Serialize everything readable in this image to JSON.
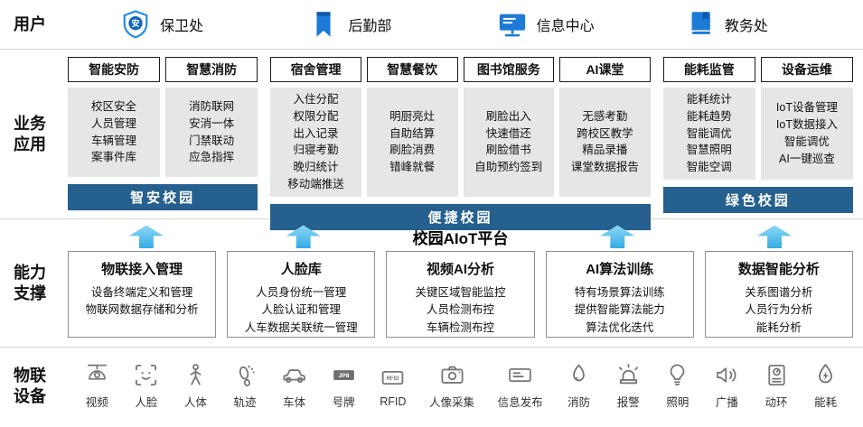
{
  "section_labels": {
    "users": "用户",
    "business": "业务应用",
    "capability": "能力支撑",
    "devices": "物联设备"
  },
  "users": [
    {
      "icon": "shield-icon",
      "icon_text": "安",
      "label": "保卫处"
    },
    {
      "icon": "bookmark-icon",
      "label": "后勤部"
    },
    {
      "icon": "monitor-icon",
      "label": "信息中心"
    },
    {
      "icon": "book-icon",
      "label": "教务处"
    }
  ],
  "business": {
    "groups": [
      {
        "bar": "智安校园",
        "columns": [
          {
            "header": "智能安防",
            "items": [
              "校区安全",
              "人员管理",
              "车辆管理",
              "案事件库"
            ]
          },
          {
            "header": "智慧消防",
            "items": [
              "消防联网",
              "安消一体",
              "门禁联动",
              "应急指挥"
            ]
          }
        ]
      },
      {
        "bar": "便捷校园",
        "columns": [
          {
            "header": "宿舍管理",
            "items": [
              "入住分配",
              "权限分配",
              "出入记录",
              "归寝考勤",
              "晚归统计",
              "移动端推送"
            ]
          },
          {
            "header": "智慧餐饮",
            "items": [
              "明厨亮灶",
              "自助结算",
              "刷脸消费",
              "错峰就餐"
            ]
          },
          {
            "header": "图书馆服务",
            "items": [
              "刷脸出入",
              "快速借还",
              "刷脸借书",
              "自助预约签到"
            ]
          },
          {
            "header": "AI课堂",
            "items": [
              "无感考勤",
              "跨校区教学",
              "精品录播",
              "课堂数据报告"
            ]
          }
        ]
      },
      {
        "bar": "绿色校园",
        "columns": [
          {
            "header": "能耗监管",
            "items": [
              "能耗统计",
              "能耗趋势",
              "智能调优",
              "智慧照明",
              "智能空调"
            ]
          },
          {
            "header": "设备运维",
            "items": [
              "IoT设备管理",
              "IoT数据接入",
              "智能调优",
              "AI一键巡查"
            ]
          }
        ]
      }
    ]
  },
  "platform": {
    "title": "校园AIoT平台",
    "boxes": [
      {
        "title": "物联接入管理",
        "lines": [
          "设备终端定义和管理",
          "物联网数据存储和分析"
        ]
      },
      {
        "title": "人脸库",
        "lines": [
          "人员身份统一管理",
          "人脸认证和管理",
          "人车数据关联统一管理"
        ]
      },
      {
        "title": "视频AI分析",
        "lines": [
          "关键区域智能监控",
          "人员检测布控",
          "车辆检测布控"
        ]
      },
      {
        "title": "AI算法训练",
        "lines": [
          "特有场景算法训练",
          "提供智能算法能力",
          "算法优化迭代"
        ]
      },
      {
        "title": "数据智能分析",
        "lines": [
          "关系图谱分析",
          "人员行为分析",
          "能耗分析"
        ]
      }
    ]
  },
  "devices": [
    {
      "icon": "cctv-icon",
      "label": "视频"
    },
    {
      "icon": "face-icon",
      "label": "人脸"
    },
    {
      "icon": "walking-person-icon",
      "label": "人体"
    },
    {
      "icon": "footprint-icon",
      "label": "轨迹"
    },
    {
      "icon": "car-icon",
      "label": "车体"
    },
    {
      "icon": "license-plate-icon",
      "label": "号牌",
      "icon_text": "JP8"
    },
    {
      "icon": "rfid-icon",
      "label": "RFID",
      "icon_text": "RFID"
    },
    {
      "icon": "camera-icon",
      "label": "人像采集"
    },
    {
      "icon": "display-screen-icon",
      "label": "信息发布"
    },
    {
      "icon": "fire-icon",
      "label": "消防"
    },
    {
      "icon": "alarm-icon",
      "label": "报警"
    },
    {
      "icon": "bulb-icon",
      "label": "照明"
    },
    {
      "icon": "speaker-icon",
      "label": "广播"
    },
    {
      "icon": "env-monitor-icon",
      "label": "动环"
    },
    {
      "icon": "energy-drop-icon",
      "label": "能耗"
    }
  ],
  "colors": {
    "accent_blue": "#1d7ad6",
    "bar_navy": "#25608f",
    "arrow_cyan": "#3db4ea",
    "box_gray": "#e6e6e6"
  }
}
